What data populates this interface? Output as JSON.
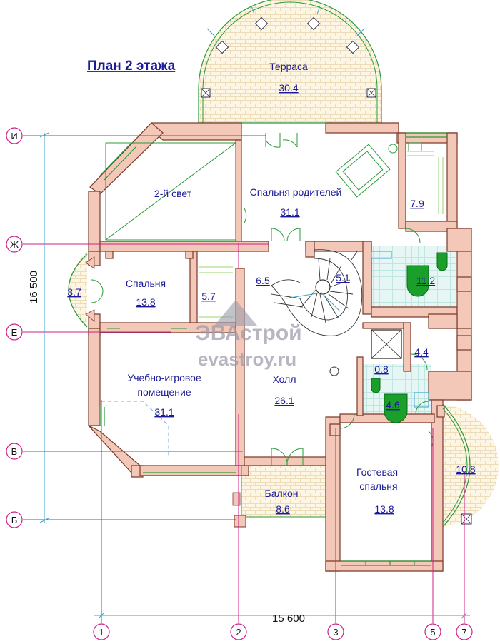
{
  "title": "План 2 этажа",
  "watermark": {
    "brand": "ЭВАстрой",
    "site": "evastroy.ru"
  },
  "colors": {
    "wall": "#f4c8b8",
    "wall_stroke": "#7a3a2a",
    "floor_tile": "#fdf6e4",
    "bath_tile": "#e6f6f4",
    "glass": "#2a9a3a",
    "text": "#1a1a9a",
    "axis": "#cc2288",
    "dim": "#3aa0d0",
    "fixture": "#1aa02a"
  },
  "rooms": [
    {
      "id": "terrace",
      "name": "Терраса",
      "area": "30.4"
    },
    {
      "id": "second-light",
      "name": "2-й свет",
      "area": ""
    },
    {
      "id": "parents-bedroom",
      "name": "Спальня родителей",
      "area": "31.1"
    },
    {
      "id": "dressing-79",
      "name": "",
      "area": "7.9"
    },
    {
      "id": "bay-37",
      "name": "",
      "area": "3.7"
    },
    {
      "id": "bedroom",
      "name": "Спальня",
      "area": "13.8"
    },
    {
      "id": "closet-57",
      "name": "",
      "area": "5.7"
    },
    {
      "id": "landing-65",
      "name": "",
      "area": "6.5"
    },
    {
      "id": "stair-51",
      "name": "",
      "area": "5.1"
    },
    {
      "id": "bathroom-112",
      "name": "",
      "area": "11.2"
    },
    {
      "id": "shaft-44",
      "name": "",
      "area": "4.4"
    },
    {
      "id": "closet-08",
      "name": "",
      "area": "0.8"
    },
    {
      "id": "wc-46",
      "name": "",
      "area": "4.6"
    },
    {
      "id": "study-play",
      "name": "Учебно-игровое помещение",
      "area": "31.1"
    },
    {
      "id": "hall",
      "name": "Холл",
      "area": "26.1"
    },
    {
      "id": "guest-bedroom",
      "name": "Гостевая спальня",
      "area": "13.8"
    },
    {
      "id": "balcony",
      "name": "Балкон",
      "area": "8.6"
    },
    {
      "id": "bay-108",
      "name": "",
      "area": "10.8"
    }
  ],
  "row_axes": [
    "И",
    "Ж",
    "Е",
    "В",
    "Б"
  ],
  "col_axes": [
    "1",
    "2",
    "3",
    "5",
    "7"
  ],
  "dimensions": {
    "width": "15 600",
    "height": "16 500"
  }
}
